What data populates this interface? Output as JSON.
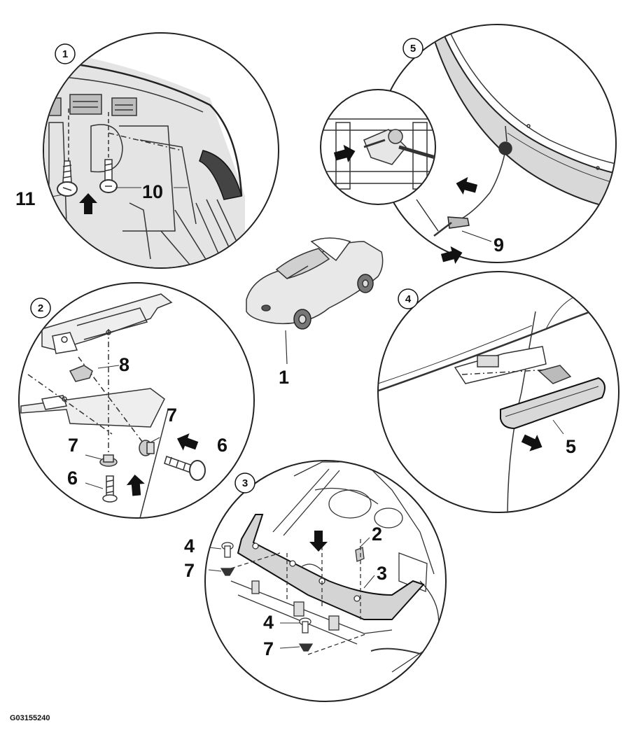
{
  "figure_code": "G03155240",
  "details": [
    {
      "id": "detail-1",
      "badge": "1",
      "callouts": [
        "11",
        "10"
      ]
    },
    {
      "id": "detail-2",
      "badge": "2",
      "callouts": [
        "8",
        "7",
        "7",
        "6",
        "6"
      ]
    },
    {
      "id": "detail-3",
      "badge": "3",
      "callouts": [
        "4",
        "7",
        "2",
        "3",
        "4",
        "7"
      ]
    },
    {
      "id": "detail-4",
      "badge": "4",
      "callouts": [
        "5"
      ]
    },
    {
      "id": "detail-5",
      "badge": "5",
      "callouts": [
        "9"
      ]
    }
  ],
  "car_callout": "1",
  "icons": {
    "arrow": "push-arrow-icon",
    "screw": "screw-icon",
    "clip": "clip-nut-icon"
  }
}
